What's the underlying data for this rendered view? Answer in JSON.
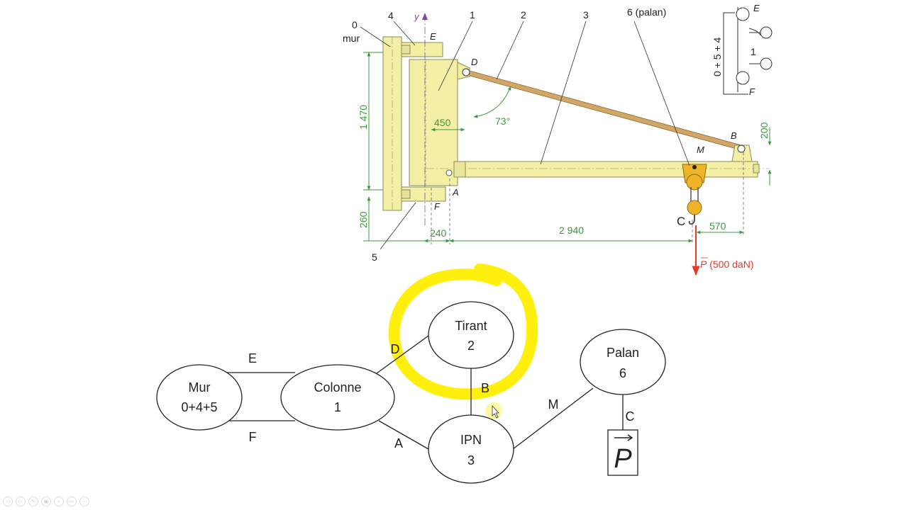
{
  "drawing": {
    "labels": {
      "part0_num": "0",
      "part0_name": "mur",
      "part4": "4",
      "axis_y": "y",
      "point_E": "E",
      "part1": "1",
      "part2": "2",
      "part3": "3",
      "part6": "6 (palan)",
      "point_D": "D",
      "angle": "73°",
      "dim_1470": "1 470",
      "dim_450": "450",
      "point_A": "A",
      "point_F": "F",
      "point_B": "B",
      "dim_200": "200",
      "point_M": "M",
      "point_C": "C",
      "dim_570": "570",
      "dim_2940": "2 940",
      "dim_240": "240",
      "dim_260": "260",
      "part5": "5",
      "force": "P (500 daN)",
      "force_vec": "P",
      "force_rest": " (500 daN)"
    },
    "inset": {
      "vertical_label": "0 + 5 + 4",
      "center": "1",
      "E": "E",
      "F": "F"
    }
  },
  "graph": {
    "nodes": {
      "mur": {
        "line1": "Mur",
        "line2": "0+4+5"
      },
      "colonne": {
        "line1": "Colonne",
        "line2": "1"
      },
      "tirant": {
        "line1": "Tirant",
        "line2": "2"
      },
      "ipn": {
        "line1": "IPN",
        "line2": "3"
      },
      "palan": {
        "line1": "Palan",
        "line2": "6"
      },
      "force": {
        "symbol": "P"
      }
    },
    "links": {
      "E": "E",
      "F": "F",
      "D": "D",
      "A": "A",
      "B": "B",
      "M": "M",
      "C": "C"
    },
    "highlight_color": "#ffee00"
  },
  "colors": {
    "part_fill": "#f3f0a6",
    "part_stroke": "#8a8a5a",
    "dim_green": "#3a9a3a",
    "force_red": "#e23b2e",
    "pulley": "#f0b428",
    "tie_rod": "#d2a766"
  }
}
